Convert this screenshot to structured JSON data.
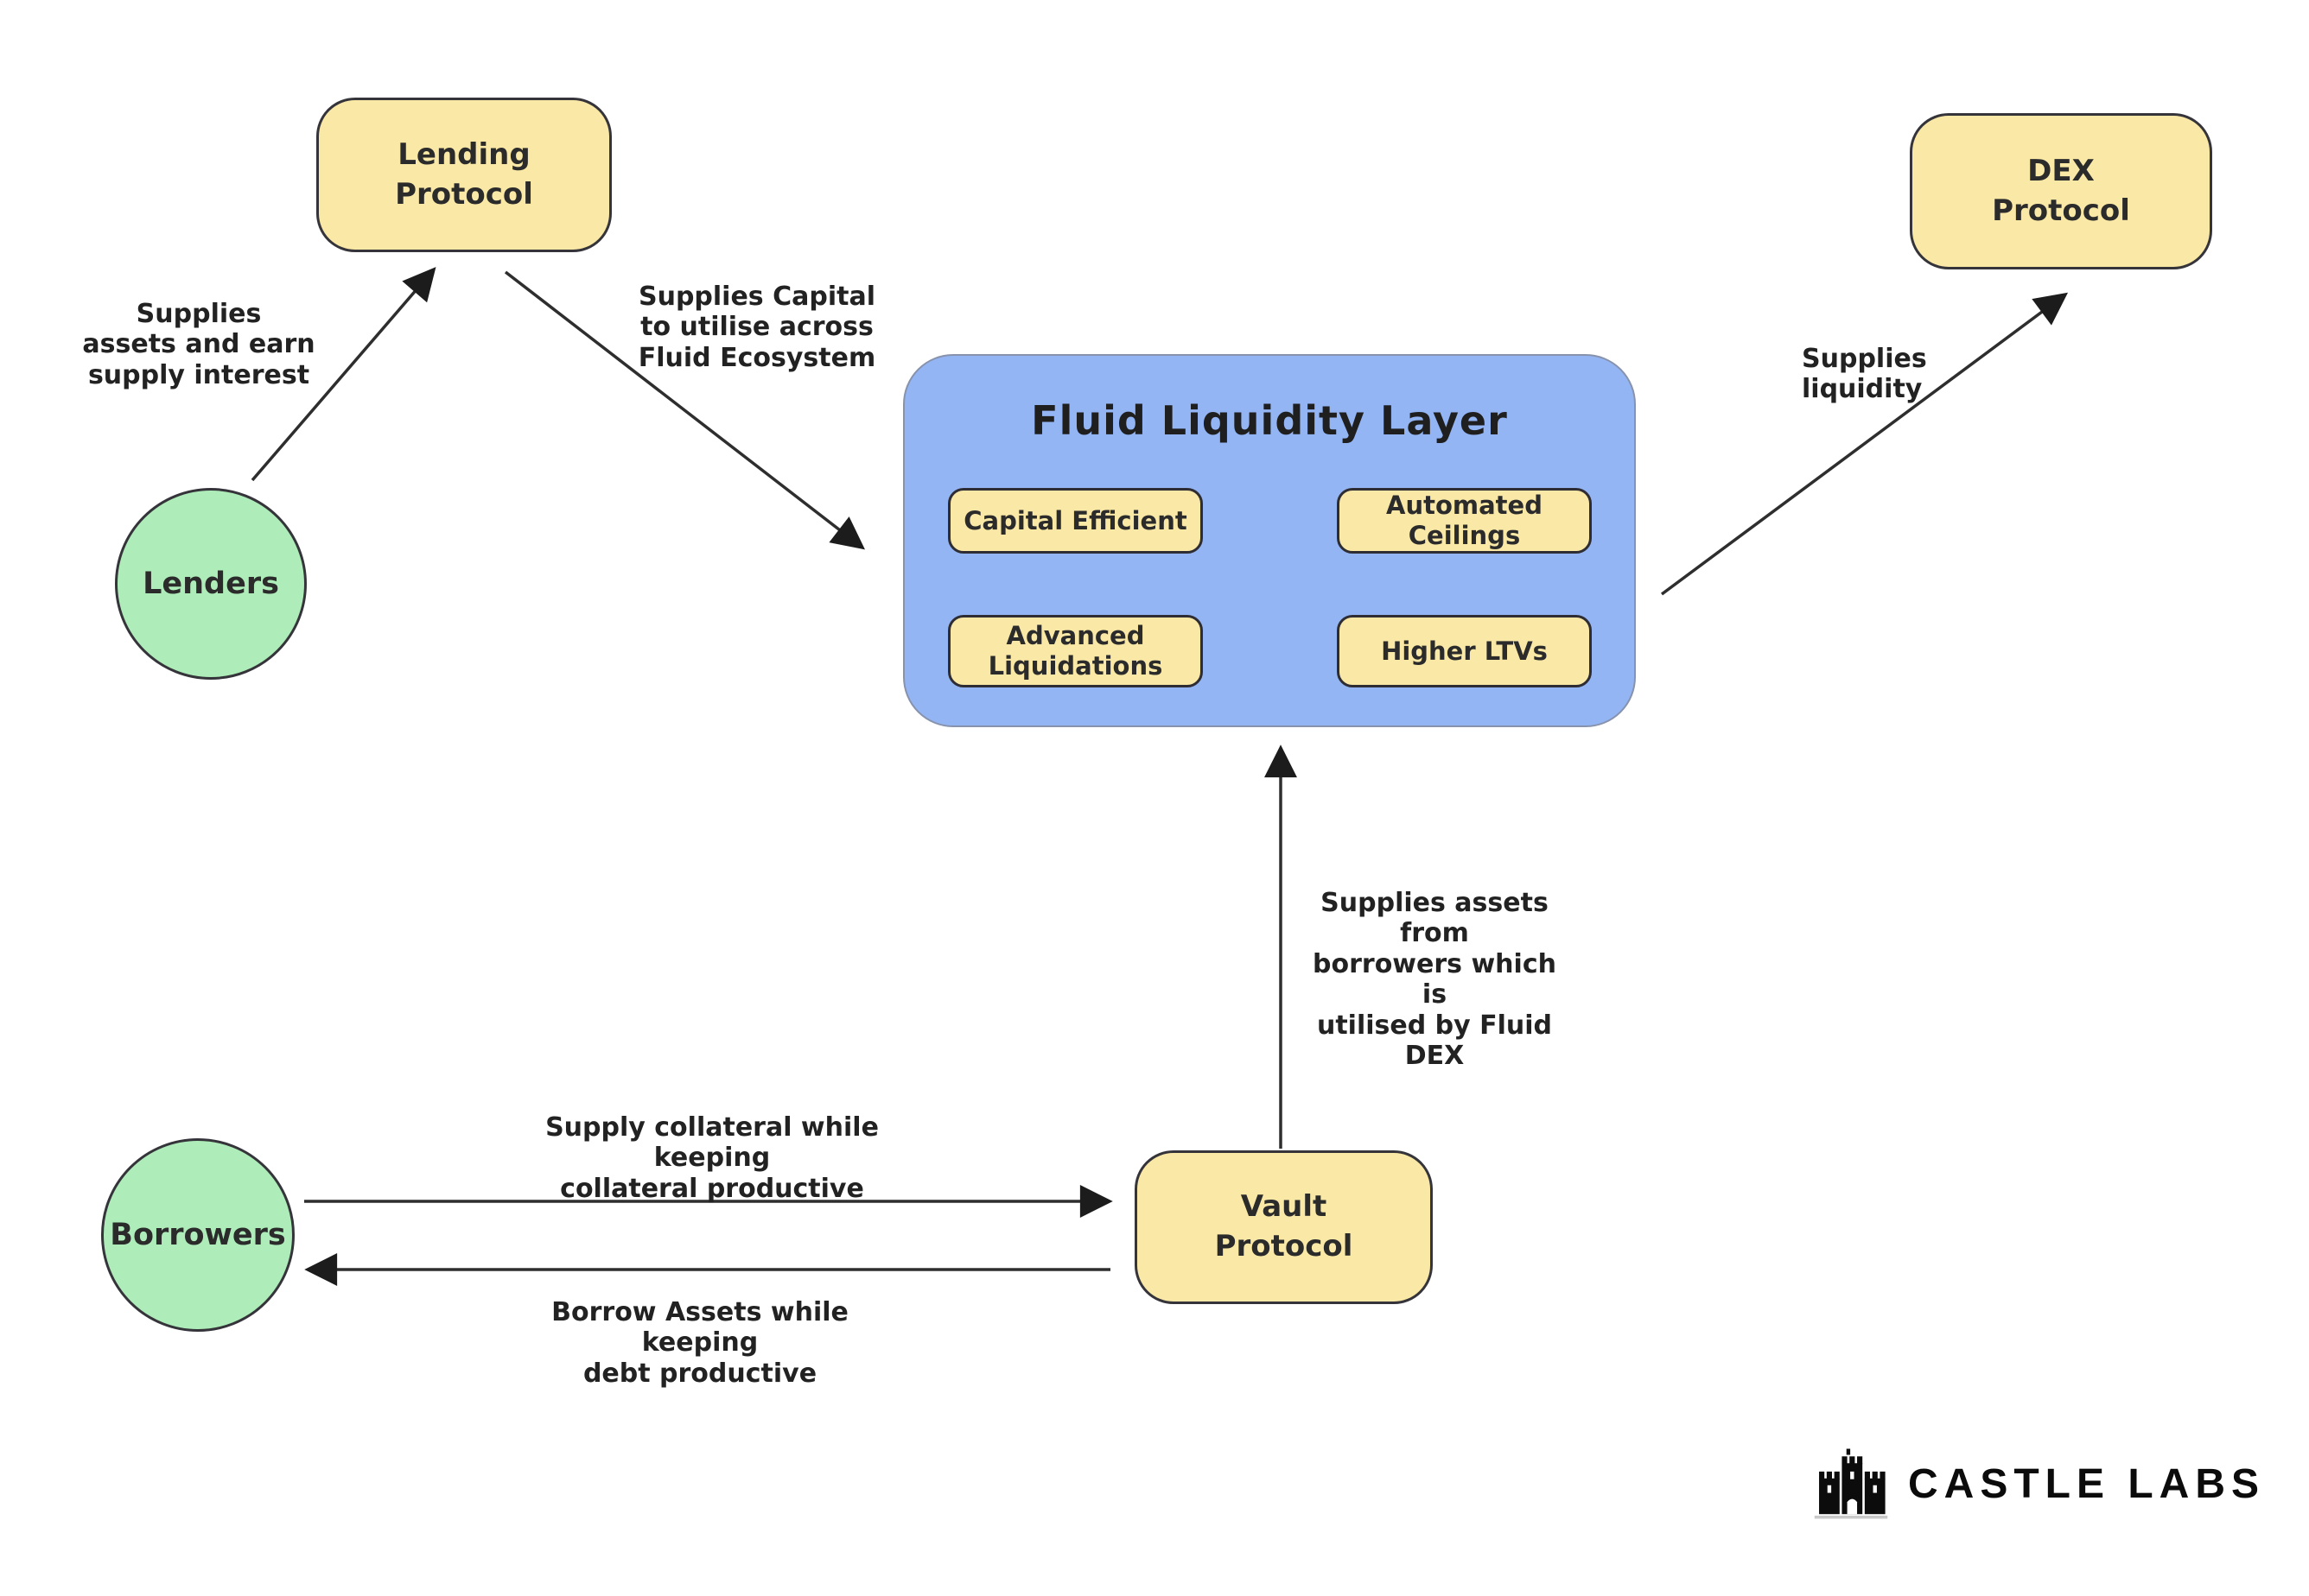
{
  "colors": {
    "node_yellow": "#fae9a6",
    "fluid_blue": "#93b5f4",
    "actor_green": "#aeedb9",
    "stroke_dark": "#35343a",
    "arrow": "#2e2e2e",
    "text": "#222222"
  },
  "nodes": {
    "lending_protocol": {
      "label": "Lending\nProtocol"
    },
    "dex_protocol": {
      "label": "DEX\nProtocol"
    },
    "lenders": {
      "label": "Lenders"
    },
    "borrowers": {
      "label": "Borrowers"
    },
    "vault_protocol": {
      "label": "Vault\nProtocol"
    },
    "fluid": {
      "title": "Fluid Liquidity Layer",
      "features": [
        "Capital Efficient",
        "Automated Ceilings",
        "Advanced\nLiquidations",
        "Higher LTVs"
      ]
    }
  },
  "edge_labels": {
    "lenders_to_lending": "Supplies\nassets and earn\nsupply interest",
    "lending_to_fluid": "Supplies Capital\nto utilise across\nFluid Ecosystem",
    "fluid_to_dex": "Supplies\nliquidity",
    "vault_to_fluid": "Supplies assets from\nborrowers which is\nutilised by Fluid DEX",
    "borrowers_to_vault": "Supply collateral while keeping\ncollateral productive",
    "vault_to_borrowers": "Borrow Assets while keeping\ndebt productive"
  },
  "footer": {
    "brand": "CASTLE LABS"
  }
}
